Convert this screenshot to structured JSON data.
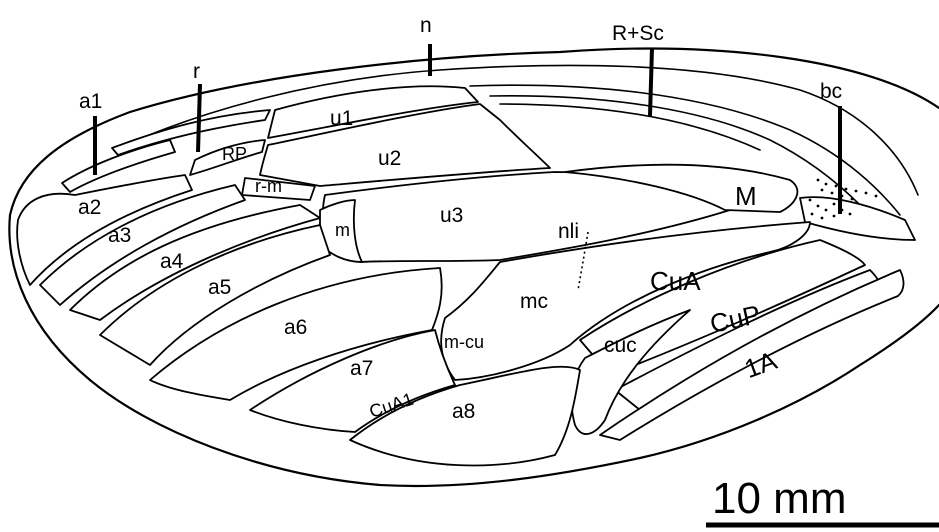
{
  "labels": {
    "n": "n",
    "r_sc": "R+Sc",
    "r": "r",
    "a1": "a1",
    "bc": "bc",
    "u1": "u1",
    "rp": "RP",
    "u2": "u2",
    "r_m": "r-m",
    "a2": "a2",
    "u3": "u3",
    "m_vein": "M",
    "m": "m",
    "nli": "nli",
    "a3": "a3",
    "a4": "a4",
    "a5": "a5",
    "cua": "CuA",
    "mc": "mc",
    "a6": "a6",
    "cup": "CuP",
    "m_cu": "m-cu",
    "cuc": "cuc",
    "a7": "a7",
    "one_a": "1A",
    "cua1": "CuA1",
    "a8": "a8"
  },
  "scale_bar": {
    "label": "10 mm"
  },
  "colors": {
    "line": "#000000",
    "background": "#ffffff"
  }
}
